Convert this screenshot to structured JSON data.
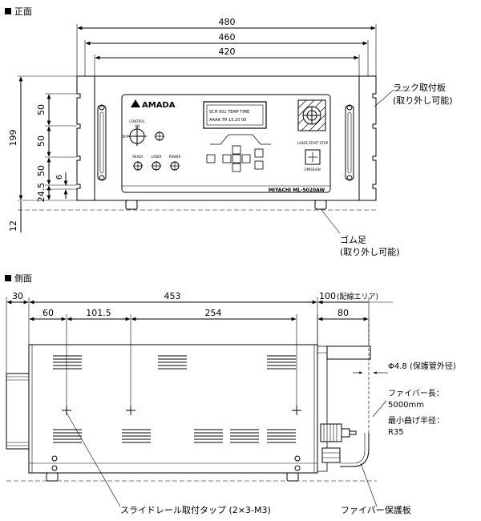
{
  "front": {
    "section_title": "正面",
    "dims_top": [
      "480",
      "460",
      "420"
    ],
    "dims_left": [
      "199",
      "12",
      "50",
      "50",
      "50",
      "24.5",
      "6"
    ],
    "brand": "AMADA",
    "model": "MIYACHI  ML-5020AW",
    "panel": {
      "control": "CONTROL",
      "on": "ON",
      "off": "OFF",
      "ready": "READY",
      "laser": "LASER",
      "power": "POWER",
      "laser_start_stop": "LASER\nSTART  STOP",
      "emission": "EMISSION",
      "lcd_line1": "SCH 001   TEMP TIME",
      "lcd_line2": "AAAA  TH    15.20  00"
    },
    "callouts": {
      "rack": [
        "ラック取付板",
        "(取り外し可能)"
      ],
      "foot": [
        "ゴム足",
        "(取り外し可能)"
      ]
    }
  },
  "side": {
    "section_title": "側面",
    "dims_top": [
      "30",
      "453",
      "100",
      "(配線エリア)",
      "60",
      "101.5",
      "254",
      "80"
    ],
    "callouts": {
      "phi": "Φ4.8 (保護管外径)",
      "fiber_len": [
        "ファイバー長：",
        "5000mm"
      ],
      "bend": [
        "最小曲げ半径：",
        "R35"
      ],
      "tap": "スライドレール取付タップ (2×3-M3)",
      "fiber_guard": "ファイバー保護板"
    }
  }
}
